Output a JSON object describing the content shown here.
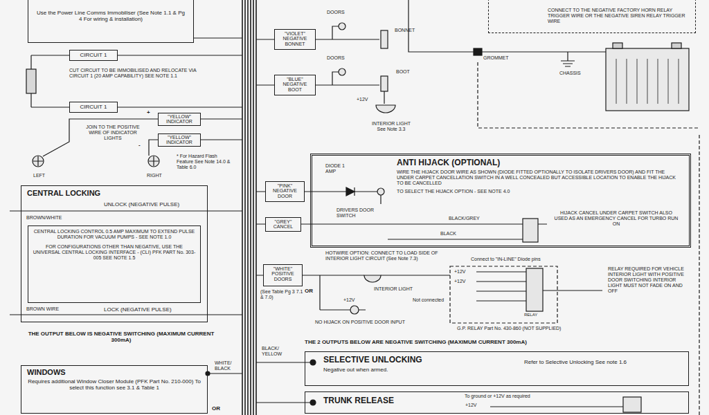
{
  "diagram": {
    "nodes": [
      {
        "text": [
          "Use the Power Line Comms Immobiliser (See Note 1.1 & Pg 4 For wiring & installation)"
        ]
      },
      {
        "text": [
          "CIRCUIT 1"
        ]
      },
      {
        "text": [
          "CIRCUIT 1"
        ]
      },
      {
        "text": [
          "\"YELLOW\" INDICATOR"
        ]
      },
      {
        "text": [
          "\"YELLOW\" INDICATOR"
        ]
      },
      {
        "text": [
          "CENTRAL LOCKING"
        ]
      },
      {
        "text": [
          "CENTRAL LOCKING CONTROL 0.5 AMP MAXIMUM TO EXTEND PULSE DURATION FOR VACUUM PUMPS - SEE NOTE 1.0",
          "FOR CONFIGURATIONS OTHER THAN NEGATIVE, USE THE UNIVERSAL CENTRAL LOCKING INTERFACE - (CLI) PFK PART No. 303-005 SEE NOTE 1.5"
        ],
        "in": 5
      },
      {
        "text": [
          "WINDOWS",
          "Requires additional Window Closer Module (PFK Part No. 210-000) To select this function see 3.1 & Table 1"
        ]
      },
      {
        "text": [
          "\"VIOLET\" NEGATIVE BONNET"
        ]
      },
      {
        "text": [
          "\"BLUE\" NEGATIVE BOOT"
        ]
      },
      {
        "text": [
          "CONNECT TO THE NEGATIVE FACTORY HORN RELAY TRIGGER WIRE OR THE NEGATIVE SIREN RELAY TRIGGER WIRE"
        ]
      },
      {
        "text": [
          "ANTI HIJACK (OPTIONAL)",
          "WIRE THE HIJACK DOOR WIRE AS SHOWN (DIODE FITTED OPTIONALLY TO ISOLATE DRIVERS DOOR) AND FIT THE UNDER CARPET CANCELLATION SWITCH IN A WELL CONCEALED BUT ACCESSIBLE LOCATION TO ENABLE THE HIJACK TO BE CANCELLED",
          "TO SELECT THE HIJACK OPTION - SEE NOTE 4.0"
        ]
      },
      {
        "text": [
          "\"PINK\" NEGATIVE DOOR"
        ]
      },
      {
        "text": [
          "\"GREY\" CANCEL"
        ]
      },
      {
        "text": [
          "\"WHITE\" POSITIVE DOORS"
        ]
      },
      {
        "text": [
          "SELECTIVE UNLOCKING",
          "Negative out when armed.",
          "Refer to Selective Unlocking See note 1.6"
        ]
      },
      {
        "text": [
          "TRUNK RELEASE",
          "To ground or +12V as required"
        ]
      }
    ],
    "labels": [
      "CUT CIRCUIT TO BE IMMOBILISED AND RELOCATE VIA CIRCUIT 1 (20 AMP CAPABILITY) SEE NOTE 1.1",
      "JOIN TO THE POSITIVE WIRE OF INDICATOR LIGHTS",
      "LEFT",
      "RIGHT",
      "+",
      "-",
      "* For Hazard Flash Feature See Note 14.0 & Table 6.0",
      "UNLOCK (NEGATIVE PULSE)",
      "BROWN/WHITE",
      "BROWN WIRE",
      "LOCK (NEGATIVE PULSE)",
      "THE OUTPUT BELOW IS NEGATIVE SWITCHING (MAXIMUM CURRENT 300mA)",
      "WHITE/ BLACK",
      "OR",
      "DOORS",
      "BONNET",
      "DOORS",
      "BOOT",
      "+12V",
      "INTERIOR LIGHT See Note 3.3",
      "GROMMET",
      "CHASSIS",
      "DIODE 1 AMP",
      "DRIVERS DOOR SWITCH",
      "BLACK/GREY",
      "BLACK",
      "HIJACK CANCEL UNDER CARPET SWITCH ALSO USED AS AN EMERGENCY CANCEL FOR TURBO RUN ON",
      "(See Table Pg 3 7.1 & 7.0)",
      "OR",
      "HOTWIRE OPTION: CONNECT TO LOAD SIDE OF INTERIOR LIGHT CIRCUIT (See Note 7.3)",
      "INTERIOR LIGHT",
      "+12V",
      "NO HIJACK ON POSITIVE DOOR INPUT",
      "Connect to \"IN-LINE\" Diode pins",
      "+12V",
      "+12V",
      "Not connected",
      "RELAY",
      "G.P. RELAY Part No. 430-860 (NOT SUPPLIED)",
      "RELAY REQUIRED FOR VEHICLE INTERIOR LIGHT WITH POSITIVE DOOR SWITCHING INTERIOR LIGHT MUST NOT FADE ON AND OFF",
      "THE 2 OUTPUTS BELOW ARE NEGATIVE SWITCHING (MAXIMUM CURRENT 300mA)",
      "BLACK/ YELLOW",
      "+12V"
    ]
  }
}
